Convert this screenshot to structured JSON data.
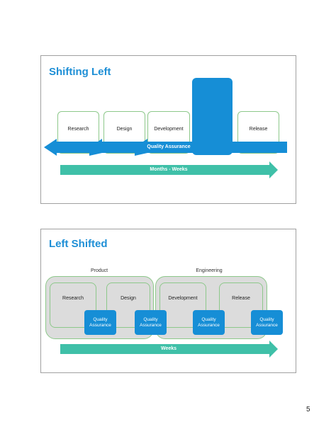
{
  "slide1": {
    "title": "Shifting Left",
    "stages": [
      "Research",
      "Design",
      "Development",
      "Release"
    ],
    "qa_bar_label": "Quality Assurance",
    "timeline_label": "Months - Weeks"
  },
  "slide2": {
    "title": "Left Shifted",
    "group_product": "Product",
    "group_engineering": "Engineering",
    "stages": [
      "Research",
      "Design",
      "Development",
      "Release"
    ],
    "qa_label_line1": "Quality",
    "qa_label_line2": "Assurance",
    "timeline_label": "Weeks"
  },
  "colors": {
    "title_blue": "#1e8fd6",
    "qa_blue": "#168ed6",
    "timeline_teal": "#3fc0a8",
    "stage_border": "#8dc88a"
  },
  "page_number": "5"
}
